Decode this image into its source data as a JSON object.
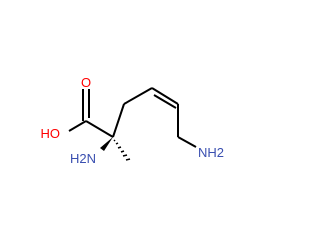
{
  "molecule": {
    "atoms": {
      "carbonyl_oxygen": "O",
      "hydroxyl": "HO",
      "alpha_amine": "H2N",
      "terminal_amine": "NH2"
    },
    "colors": {
      "oxygen": "#ff0000",
      "nitrogen": "#3a4fb0",
      "bond": "#000000"
    }
  }
}
